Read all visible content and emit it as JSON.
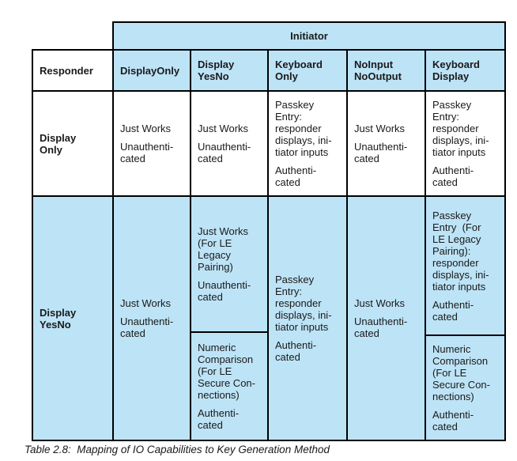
{
  "caption": "Table 2.8:  Mapping of IO Capabilities to Key Generation Method",
  "colors": {
    "fill_blue": "#BDE3F6",
    "border": "#000000",
    "text": "#1A1A1A",
    "background": "#FFFFFF"
  },
  "table": {
    "initiator_label": "Initiator",
    "column_headers": {
      "responder": "Responder",
      "display_only": "DisplayOnly",
      "display_yesno": "Display\nYesNo",
      "keyboard_only": "Keyboard\nOnly",
      "noinput_nooutput": "NoInput\nNoOutput",
      "keyboard_display": "Keyboard\nDisplay"
    },
    "row_display_only": {
      "label": "Display\nOnly",
      "display_only": [
        "Just Works",
        "Unauthenti-\ncated"
      ],
      "display_yesno": [
        "Just Works",
        "Unauthenti-\ncated"
      ],
      "keyboard_only": [
        "Passkey\nEntry:\nresponder\ndisplays, ini-\ntiator inputs",
        "Authenti-\ncated"
      ],
      "noinput_nooutput": [
        "Just Works",
        "Unauthenti-\ncated"
      ],
      "keyboard_display": [
        "Passkey\nEntry:\nresponder\ndisplays, ini-\ntiator inputs",
        "Authenti-\ncated"
      ]
    },
    "row_display_yesno": {
      "label": "Display\nYesNo",
      "display_only": [
        "Just Works",
        "Unauthenti-\ncated"
      ],
      "display_yesno_top": [
        "Just Works\n(For LE\nLegacy\nPairing)",
        "Unauthenti-\ncated"
      ],
      "display_yesno_bottom": [
        "Numeric\nComparison\n(For LE\nSecure Con-\nnections)",
        "Authenti-\ncated"
      ],
      "keyboard_only": [
        "Passkey\nEntry:\nresponder\ndisplays, ini-\ntiator inputs",
        "Authenti-\ncated"
      ],
      "noinput_nooutput": [
        "Just Works",
        "Unauthenti-\ncated"
      ],
      "keyboard_display_top": [
        "Passkey\nEntry  (For\nLE Legacy\nPairing):\nresponder\ndisplays, ini-\ntiator inputs",
        "Authenti-\ncated"
      ],
      "keyboard_display_bottom": [
        "Numeric\nComparison\n(For LE\nSecure Con-\nnections)",
        "Authenti-\ncated"
      ]
    }
  }
}
